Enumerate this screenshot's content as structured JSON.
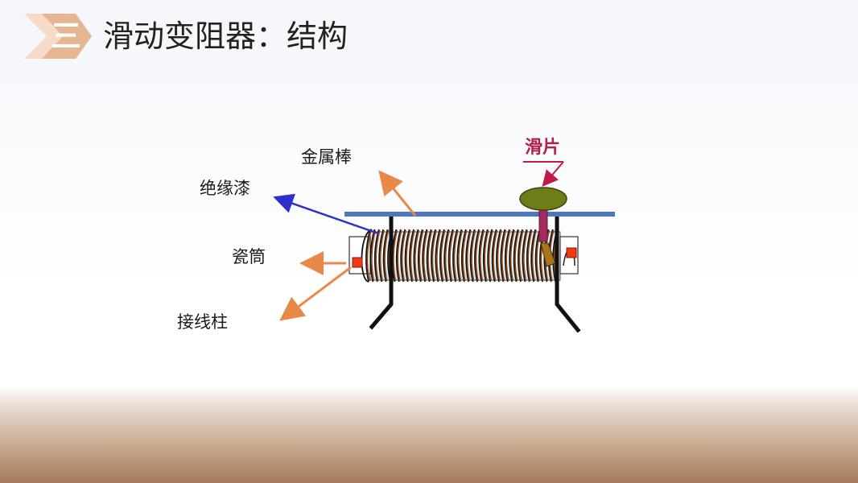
{
  "header": {
    "section_number": "三",
    "title": "滑动变阻器：结构"
  },
  "diagram": {
    "labels": {
      "metal_rod": "金属棒",
      "insulating_paint": "绝缘漆",
      "porcelain_tube": "瓷筒",
      "terminal": "接线柱",
      "slider": "滑片"
    }
  },
  "colors": {
    "badge": "#e8b896",
    "rod": "#4f76c1",
    "coil": "#8c4a1c",
    "arrow_orange": "#e8894a",
    "arrow_blue": "#2f2fd0",
    "slider_knob": "#6f7d18",
    "slider_label": "#b11f4b",
    "terminal": "#f23a14"
  }
}
